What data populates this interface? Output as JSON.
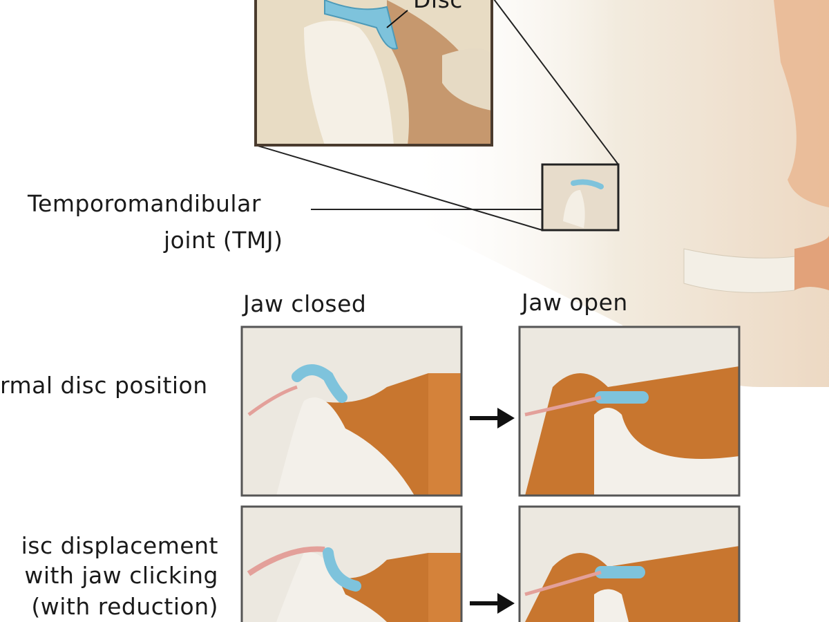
{
  "labels": {
    "disc": "Disc",
    "tmj_line1": "Temporomandibular",
    "tmj_line2": "joint (TMJ)",
    "jaw_closed": "Jaw closed",
    "jaw_open": "Jaw open",
    "row1": "rmal disc position",
    "row2_line1": "isc displacement",
    "row2_line2": "with jaw clicking",
    "row2_line3": "(with reduction)"
  },
  "colors": {
    "bone": "#e9e4d6",
    "socket": "#c8762f",
    "disc": "#7ec3dc",
    "ligament": "#e3a09a",
    "frame": "#4a3b2e"
  }
}
